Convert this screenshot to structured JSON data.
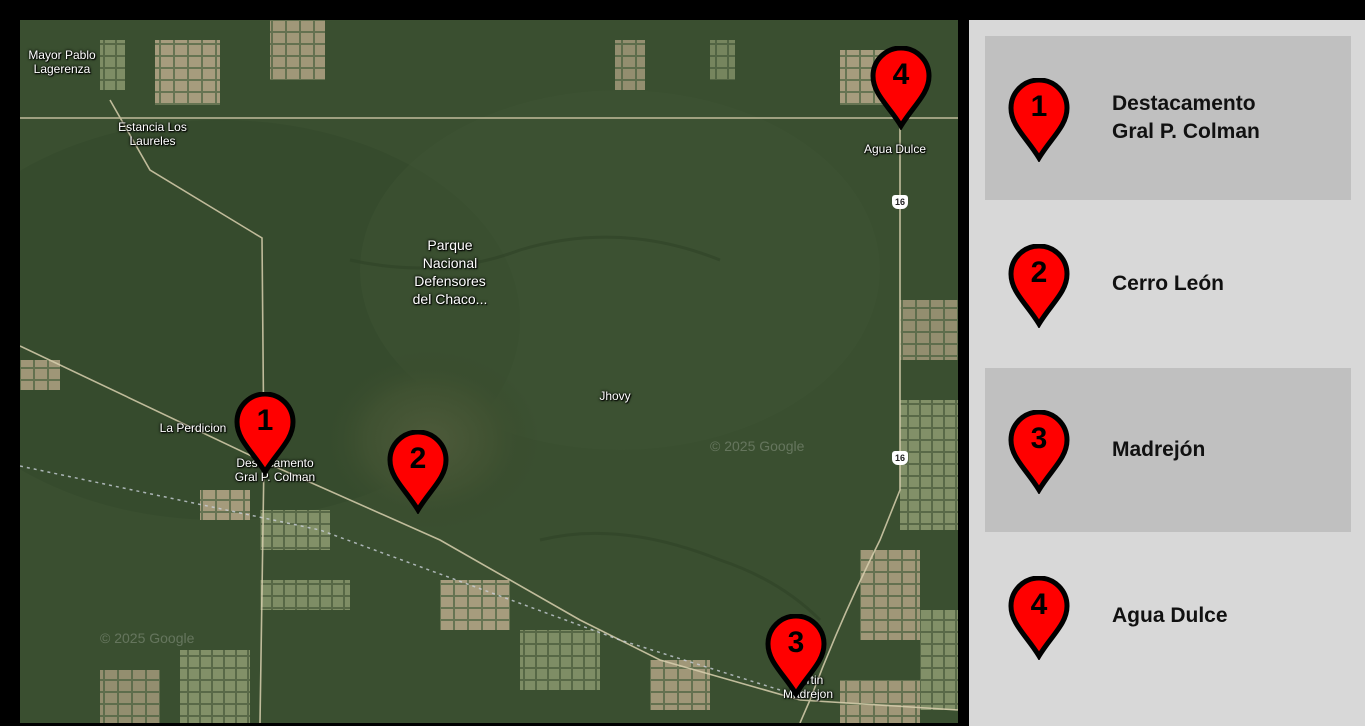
{
  "map": {
    "places": {
      "mayor_pablo_lagerenza": "Mayor Pablo\nLagerenza",
      "estancia_los_laureles": "Estancia Los\nLaureles",
      "agua_dulce": "Agua Dulce",
      "la_perdicion": "La Perdicion",
      "destacamento": "Destacamento\nGral P. Colman",
      "jhovy": "Jhovy",
      "fortin_madrejon": "Fortin\nMadrejon"
    },
    "park_name": "Parque\nNacional\nDefensores\ndel Chaco...",
    "route_number": "16",
    "watermark": "© 2025 Google",
    "pins": [
      "1",
      "2",
      "3",
      "4"
    ]
  },
  "legend": {
    "items": [
      {
        "number": "1",
        "label": "Destacamento\nGral P. Colman"
      },
      {
        "number": "2",
        "label": "Cerro León"
      },
      {
        "number": "3",
        "label": "Madrejón"
      },
      {
        "number": "4",
        "label": "Agua Dulce"
      }
    ]
  },
  "colors": {
    "pin_fill": "#ff0000",
    "pin_outline": "#000000",
    "terrain": "#3a4f30",
    "legend_background": "#d8d8d8",
    "legend_shaded": "#c0c0c0"
  },
  "icons": [
    "map-pin-icon",
    "route-shield-icon"
  ]
}
